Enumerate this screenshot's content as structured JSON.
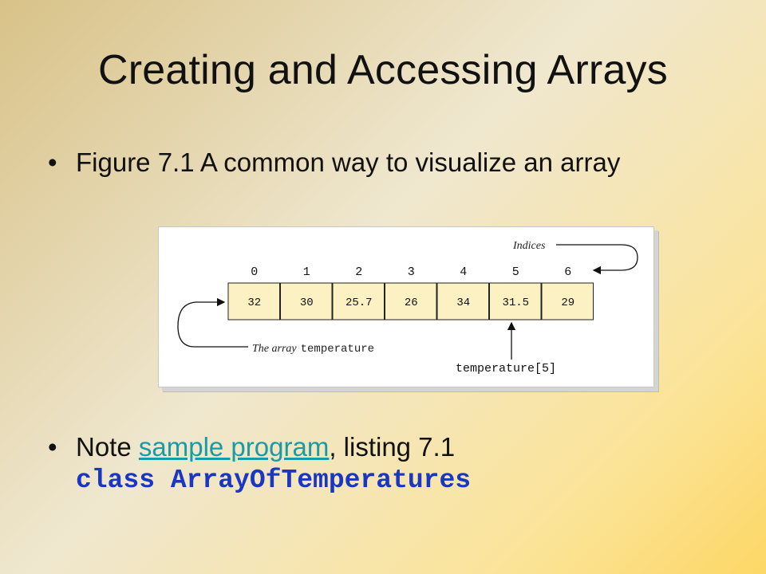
{
  "slide": {
    "title": "Creating and Accessing Arrays"
  },
  "bullets": [
    {
      "marker": "•",
      "text": "Figure 7.1  A common way to visualize an array"
    },
    {
      "marker": "•",
      "prefix": "Note ",
      "link": "sample program",
      "suffix": ", listing 7.1",
      "code": "class ArrayOfTemperatures"
    }
  ],
  "figure": {
    "indices_label": "Indices",
    "indices": [
      "0",
      "1",
      "2",
      "3",
      "4",
      "5",
      "6"
    ],
    "values": [
      "32",
      "30",
      "25.7",
      "26",
      "34",
      "31.5",
      "29"
    ],
    "array_label_italic": "The array",
    "array_label_code": "temperature",
    "element_label": "temperature[5]"
  }
}
